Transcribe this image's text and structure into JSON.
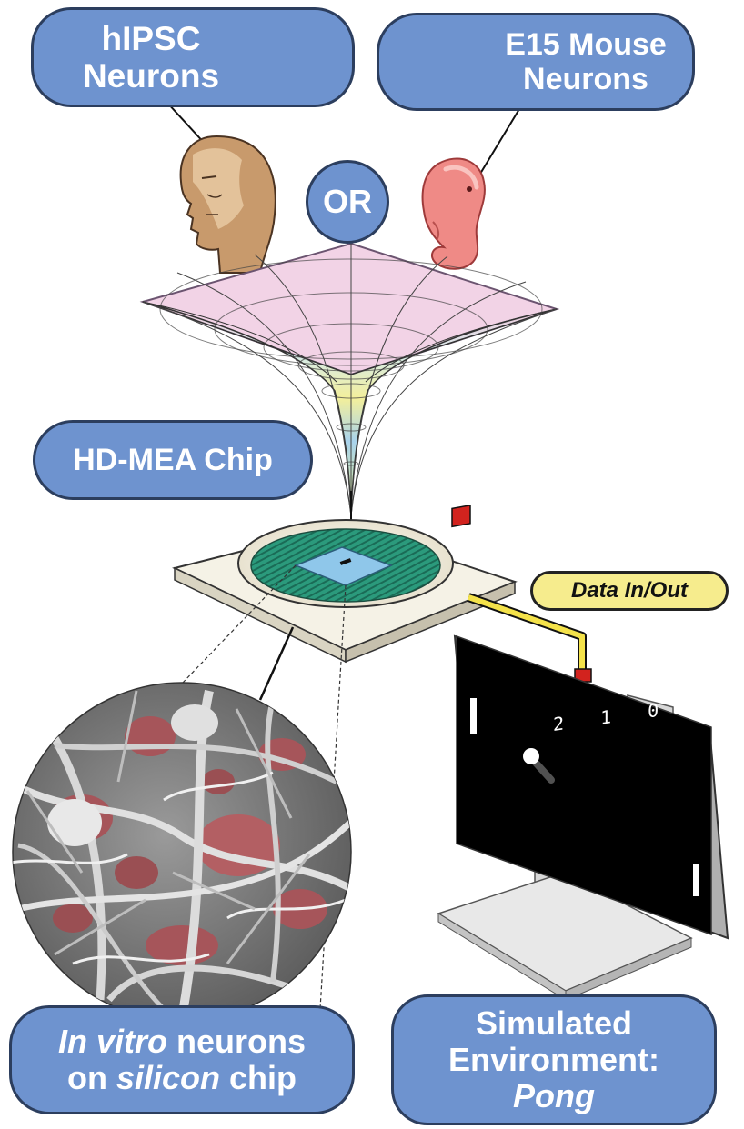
{
  "labels": {
    "hipsc": {
      "line1": "hIPSC",
      "line2": "Neurons"
    },
    "mouse": {
      "line1": "E15 Mouse",
      "line2": "Neurons"
    },
    "or": "OR",
    "chip": "HD-MEA Chip",
    "data_io": "Data In/Out",
    "vitro": {
      "part1_italic": "In vitro",
      "part1_rest": " neurons",
      "part2_lead": "on ",
      "part2_italic": "silicon",
      "part2_rest": " chip"
    },
    "env": {
      "line1": "Simulated",
      "line2": "Environment:",
      "line3_italic": "Pong"
    }
  },
  "game": {
    "score": "2 1 0"
  },
  "colors": {
    "pill_fill": "#6e93cf",
    "pill_border": "#2c3e5e",
    "data_tag_fill": "#f6ec8d",
    "chip_green": "#2b9a7c",
    "chip_die": "#8fc7ea",
    "cable_yellow": "#f4e24a",
    "cable_red": "#d2231e",
    "monitor_black": "#000000"
  },
  "icons": [
    "neuron-culture-icon",
    "pyramidal-neuron-icon",
    "human-head-icon",
    "mouse-embryo-icon",
    "funnel-surface-icon",
    "micrograph-circle-icon",
    "monitor-icon"
  ]
}
